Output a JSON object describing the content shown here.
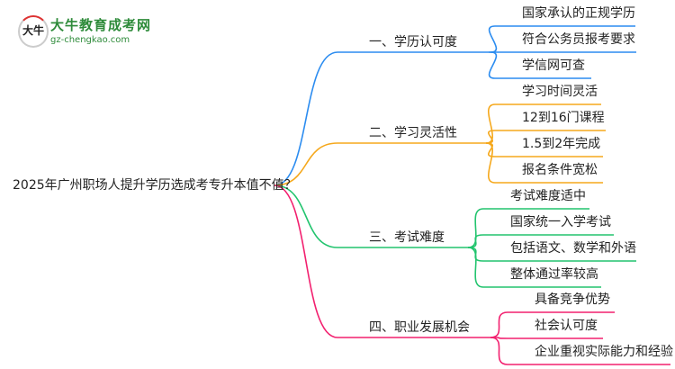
{
  "logo": {
    "title": "大牛教育成考网",
    "url": "gz-chengkao.com",
    "mark": "大牛"
  },
  "root": "2025年广州职场人提升学历选成考专升本值不值？",
  "colors": [
    "#2b8cf0",
    "#f5a81c",
    "#22c46e",
    "#f2206f"
  ],
  "branches": [
    {
      "label": "一、学历认可度",
      "leaves": [
        "国家承认的正规学历",
        "符合公务员报考要求",
        "学信网可查"
      ]
    },
    {
      "label": "二、学习灵活性",
      "leaves": [
        "学习时间灵活",
        "12到16门课程",
        "1.5到2年完成",
        "报名条件宽松"
      ]
    },
    {
      "label": "三、考试难度",
      "leaves": [
        "考试难度适中",
        "国家统一入学考试",
        "包括语文、数学和外语",
        "整体通过率较高"
      ]
    },
    {
      "label": "四、职业发展机会",
      "leaves": [
        "具备竞争优势",
        "社会认可度",
        "企业重视实际能力和经验"
      ]
    }
  ]
}
